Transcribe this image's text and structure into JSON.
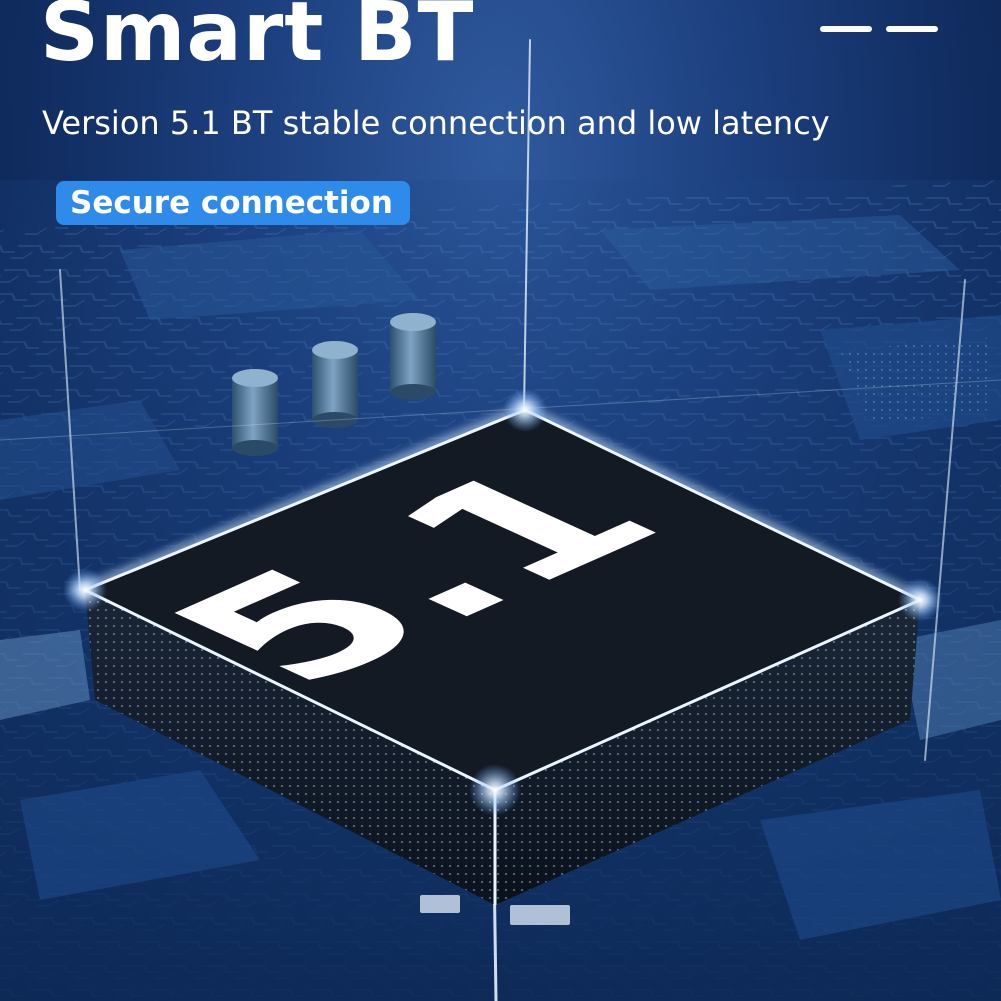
{
  "header": {
    "title": "Smart BT",
    "subtitle": "Version 5.1 BT stable connection and low latency",
    "badge_label": "Secure connection"
  },
  "chip": {
    "label": "5.1"
  },
  "icons": {
    "top_right": "double-dash-icon"
  },
  "colors": {
    "background": "#1c3f7e",
    "badge": "#2f8bea",
    "chip_top": "#141a24",
    "glow": "#cfe6ff"
  }
}
